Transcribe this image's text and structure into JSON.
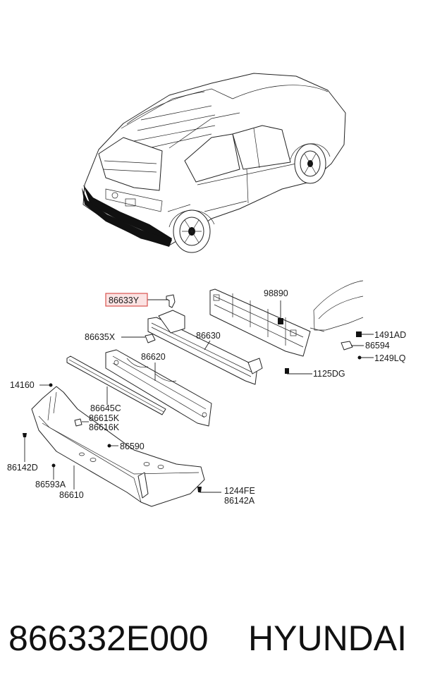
{
  "parts": {
    "highlighted": "86633Y",
    "p98890": "98890",
    "p86635X": "86635X",
    "p86630": "86630",
    "p1491AD": "1491AD",
    "p86594": "86594",
    "p1249LQ": "1249LQ",
    "p86620": "86620",
    "p1125DG": "1125DG",
    "p14160": "14160",
    "p86645C": "86645C",
    "p86615K": "86615K",
    "p86616K": "86616K",
    "p86590": "86590",
    "p86142D": "86142D",
    "p86593A": "86593A",
    "p86610": "86610",
    "p1244FE": "1244FE",
    "p86142A": "86142A"
  },
  "footer": {
    "part_number": "866332E000",
    "brand": "HYUNDAI"
  },
  "colors": {
    "highlight_border": "#d9534f",
    "highlight_fill": "#fbe3e3",
    "line": "#222222"
  }
}
